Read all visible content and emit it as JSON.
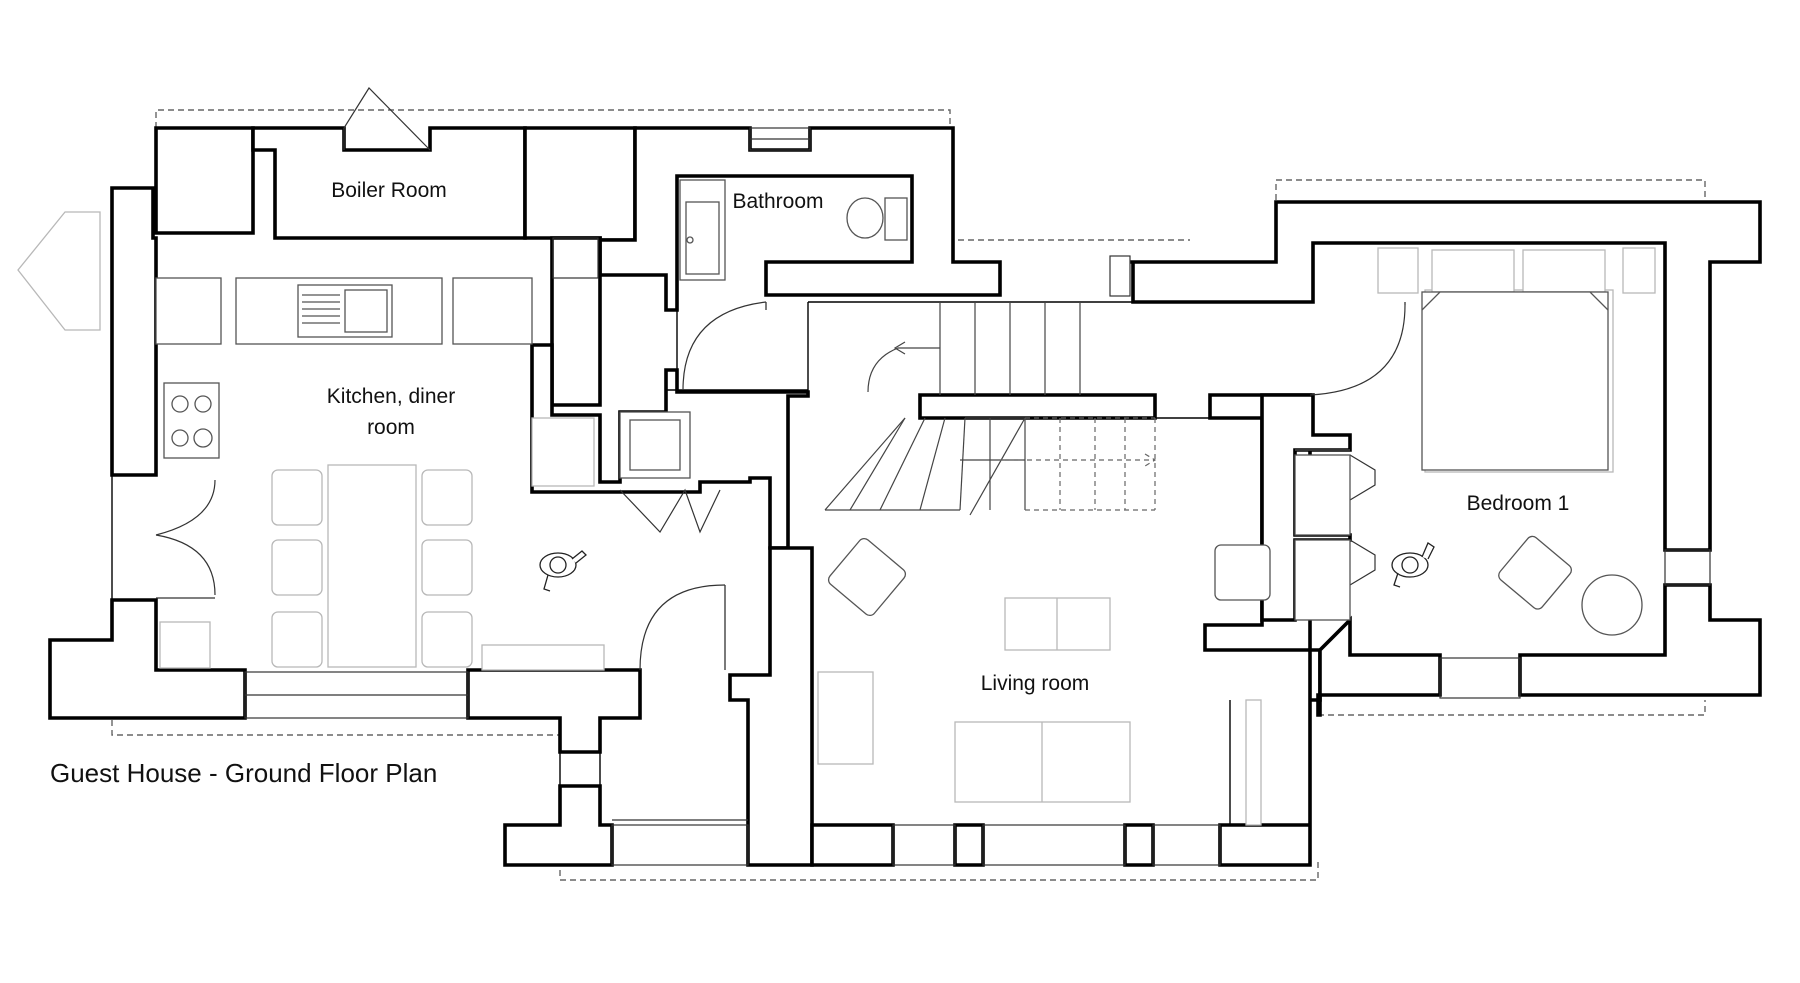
{
  "title": "Guest House - Ground Floor Plan",
  "rooms": {
    "boiler_room": "Boiler Room",
    "bathroom": "Bathroom",
    "kitchen_line1": "Kitchen, diner",
    "kitchen_line2": "room",
    "living_room": "Living room",
    "bedroom_1": "Bedroom 1"
  }
}
